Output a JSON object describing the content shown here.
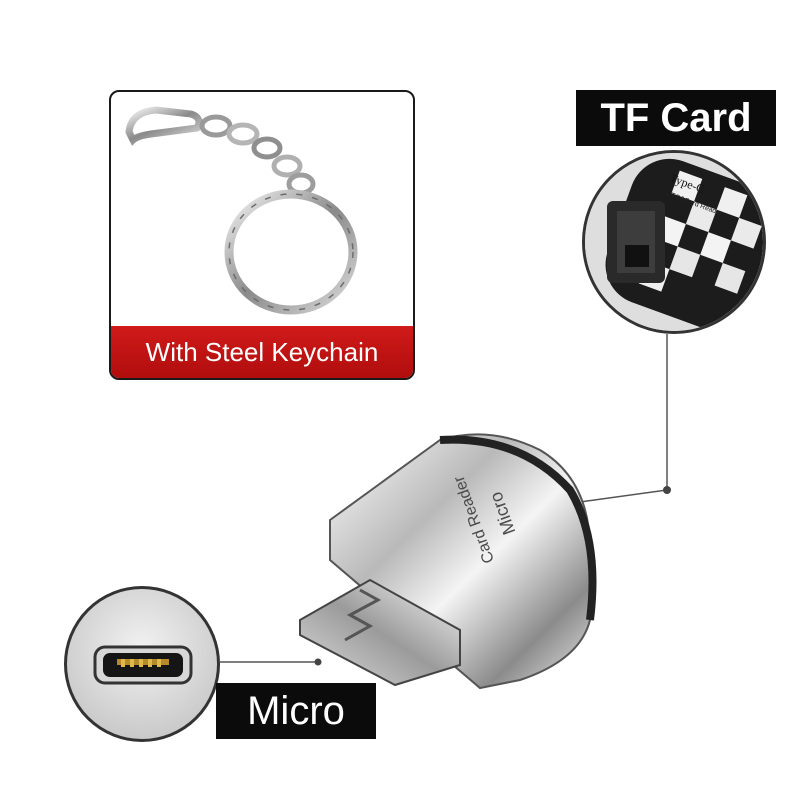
{
  "keychain": {
    "banner_text": "With Steel Keychain"
  },
  "tf_card": {
    "label": "TF Card",
    "device_text_top": "Type-C",
    "device_text_sub": "OTG&Card Reader"
  },
  "micro": {
    "label": "Micro"
  },
  "device": {
    "engraving_line1": "Micro",
    "engraving_line2": "Card Reader"
  },
  "colors": {
    "banner_red": "#c81414",
    "label_black": "#0b0b0b"
  }
}
